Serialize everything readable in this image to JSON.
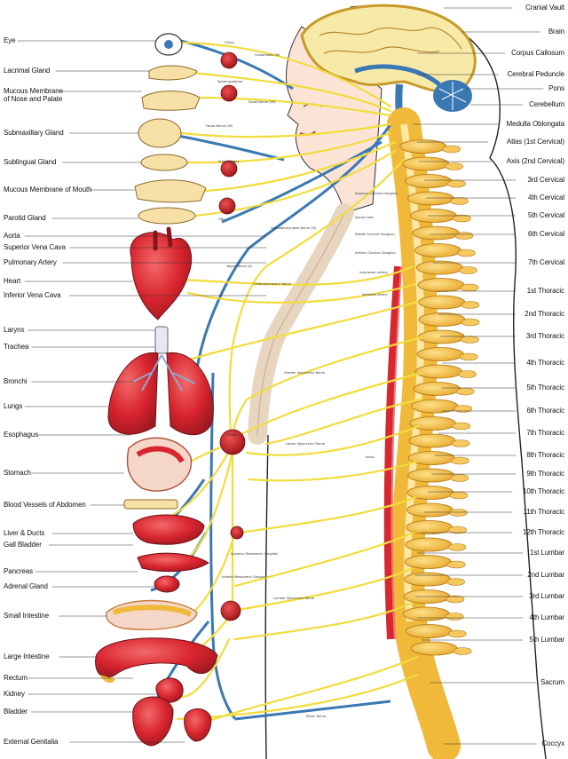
{
  "left_labels": [
    "Eye",
    "Lacrimal Gland",
    "Mucous Membrane\nof Nose and Palate",
    "Submaxillary Gland",
    "Sublingual Gland",
    "Mucous Membrane of Mouth",
    "Parotid Gland",
    "Aorta",
    "Superior Vena Cava",
    "Pulmonary Artery",
    "Heart",
    "Inferior Vena Cava",
    "Larynx",
    "Trachea",
    "Bronchi",
    "Lungs",
    "Esophagus",
    "Stomach",
    "Blood Vessels of Abdomen",
    "Liver & Ducts",
    "Gall Bladder",
    "Pancreas",
    "Adrenal Gland",
    "Small Intestine",
    "Large Intestine",
    "Rectum",
    "Kidney",
    "Bladder",
    "External Genitalia"
  ],
  "right_labels": [
    "Cranial Vault",
    "Brain",
    "Corpus Callosum",
    "Cerebral Peduncle",
    "Pons",
    "Cerebellum",
    "Medulla Oblongata",
    "Atlas (1st Cervical)",
    "Axis (2nd Cervical)",
    "3rd Cervical",
    "4th Cervical",
    "5th Cervical",
    "6th Cervical",
    "7th Cervical",
    "1st Thoracic",
    "2nd Thoracic",
    "3rd Thoracic",
    "4th Thoracic",
    "5th Thoracic",
    "6th Thoracic",
    "7th Thoracic",
    "8th Thoracic",
    "9th Thoracic",
    "10th Thoracic",
    "11th Thoracic",
    "12th Thoracic",
    "1st Lumbar",
    "2nd Lumbar",
    "3rd Lumbar",
    "4th Lumbar",
    "5th Lumbar",
    "Sacrum",
    "Coccyx"
  ],
  "inner_labels": [
    "Ciliary",
    "Oculomotor (III)",
    "Sphenopalatine",
    "Facial Nerve (VII)",
    "Facial Nerve (VII)",
    "Submaxillary",
    "Otic",
    "Glossopharyngeal Nerve (IX)",
    "Vagus Nerve (X)",
    "Cardiopulmonary Nerve",
    "Greater Splanchnic Nerve",
    "Celiac",
    "Lesser Splanchnic Nerve",
    "Aorta",
    "Superior Mesenteric Ganglion",
    "Inferior Mesenteric Ganglion",
    "Lumbar Splanchnic Nerve",
    "Pelvic Nerve",
    "Superior Cervical Ganglion",
    "Spinal Cord",
    "Middle Cervical Ganglion",
    "Inferior Cervical Ganglion",
    "Subclavian Artery",
    "Vertebral Artery"
  ],
  "colors": {
    "nerve_yellow": "#f2dc3c",
    "vessel_blue": "#3a78b4",
    "organ_red": "#d8242e",
    "bone": "#f0b93a",
    "skin": "#fbe4d5",
    "brain": "#f7e9a8",
    "ganglion": "#c5202a"
  }
}
